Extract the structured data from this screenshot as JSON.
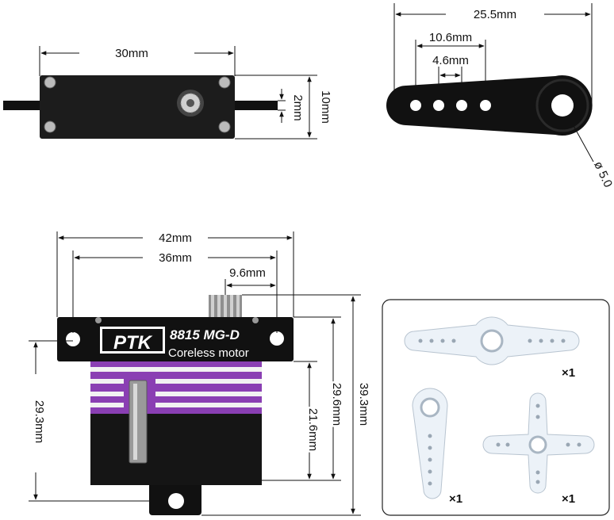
{
  "top_view": {
    "width": "30mm",
    "height": "10mm",
    "flange": "2mm"
  },
  "horn_view": {
    "length": "25.5mm",
    "span": "10.6mm",
    "pitch": "4.6mm",
    "bore": "ø 5.0"
  },
  "front_view": {
    "overall_width": "42mm",
    "mount_spacing": "36mm",
    "shaft_offset": "9.6mm",
    "total_height": "39.3mm",
    "mount_height": "29.6mm",
    "body_height": "21.6mm",
    "bottom_to_mount": "29.3mm",
    "brand": "PTK",
    "model": "8815 MG-D",
    "subtitle": "Coreless motor",
    "stripe_color": "#8a3fb3"
  },
  "accessories": {
    "qty_long": "×1",
    "qty_single": "×1",
    "qty_cross": "×1"
  }
}
